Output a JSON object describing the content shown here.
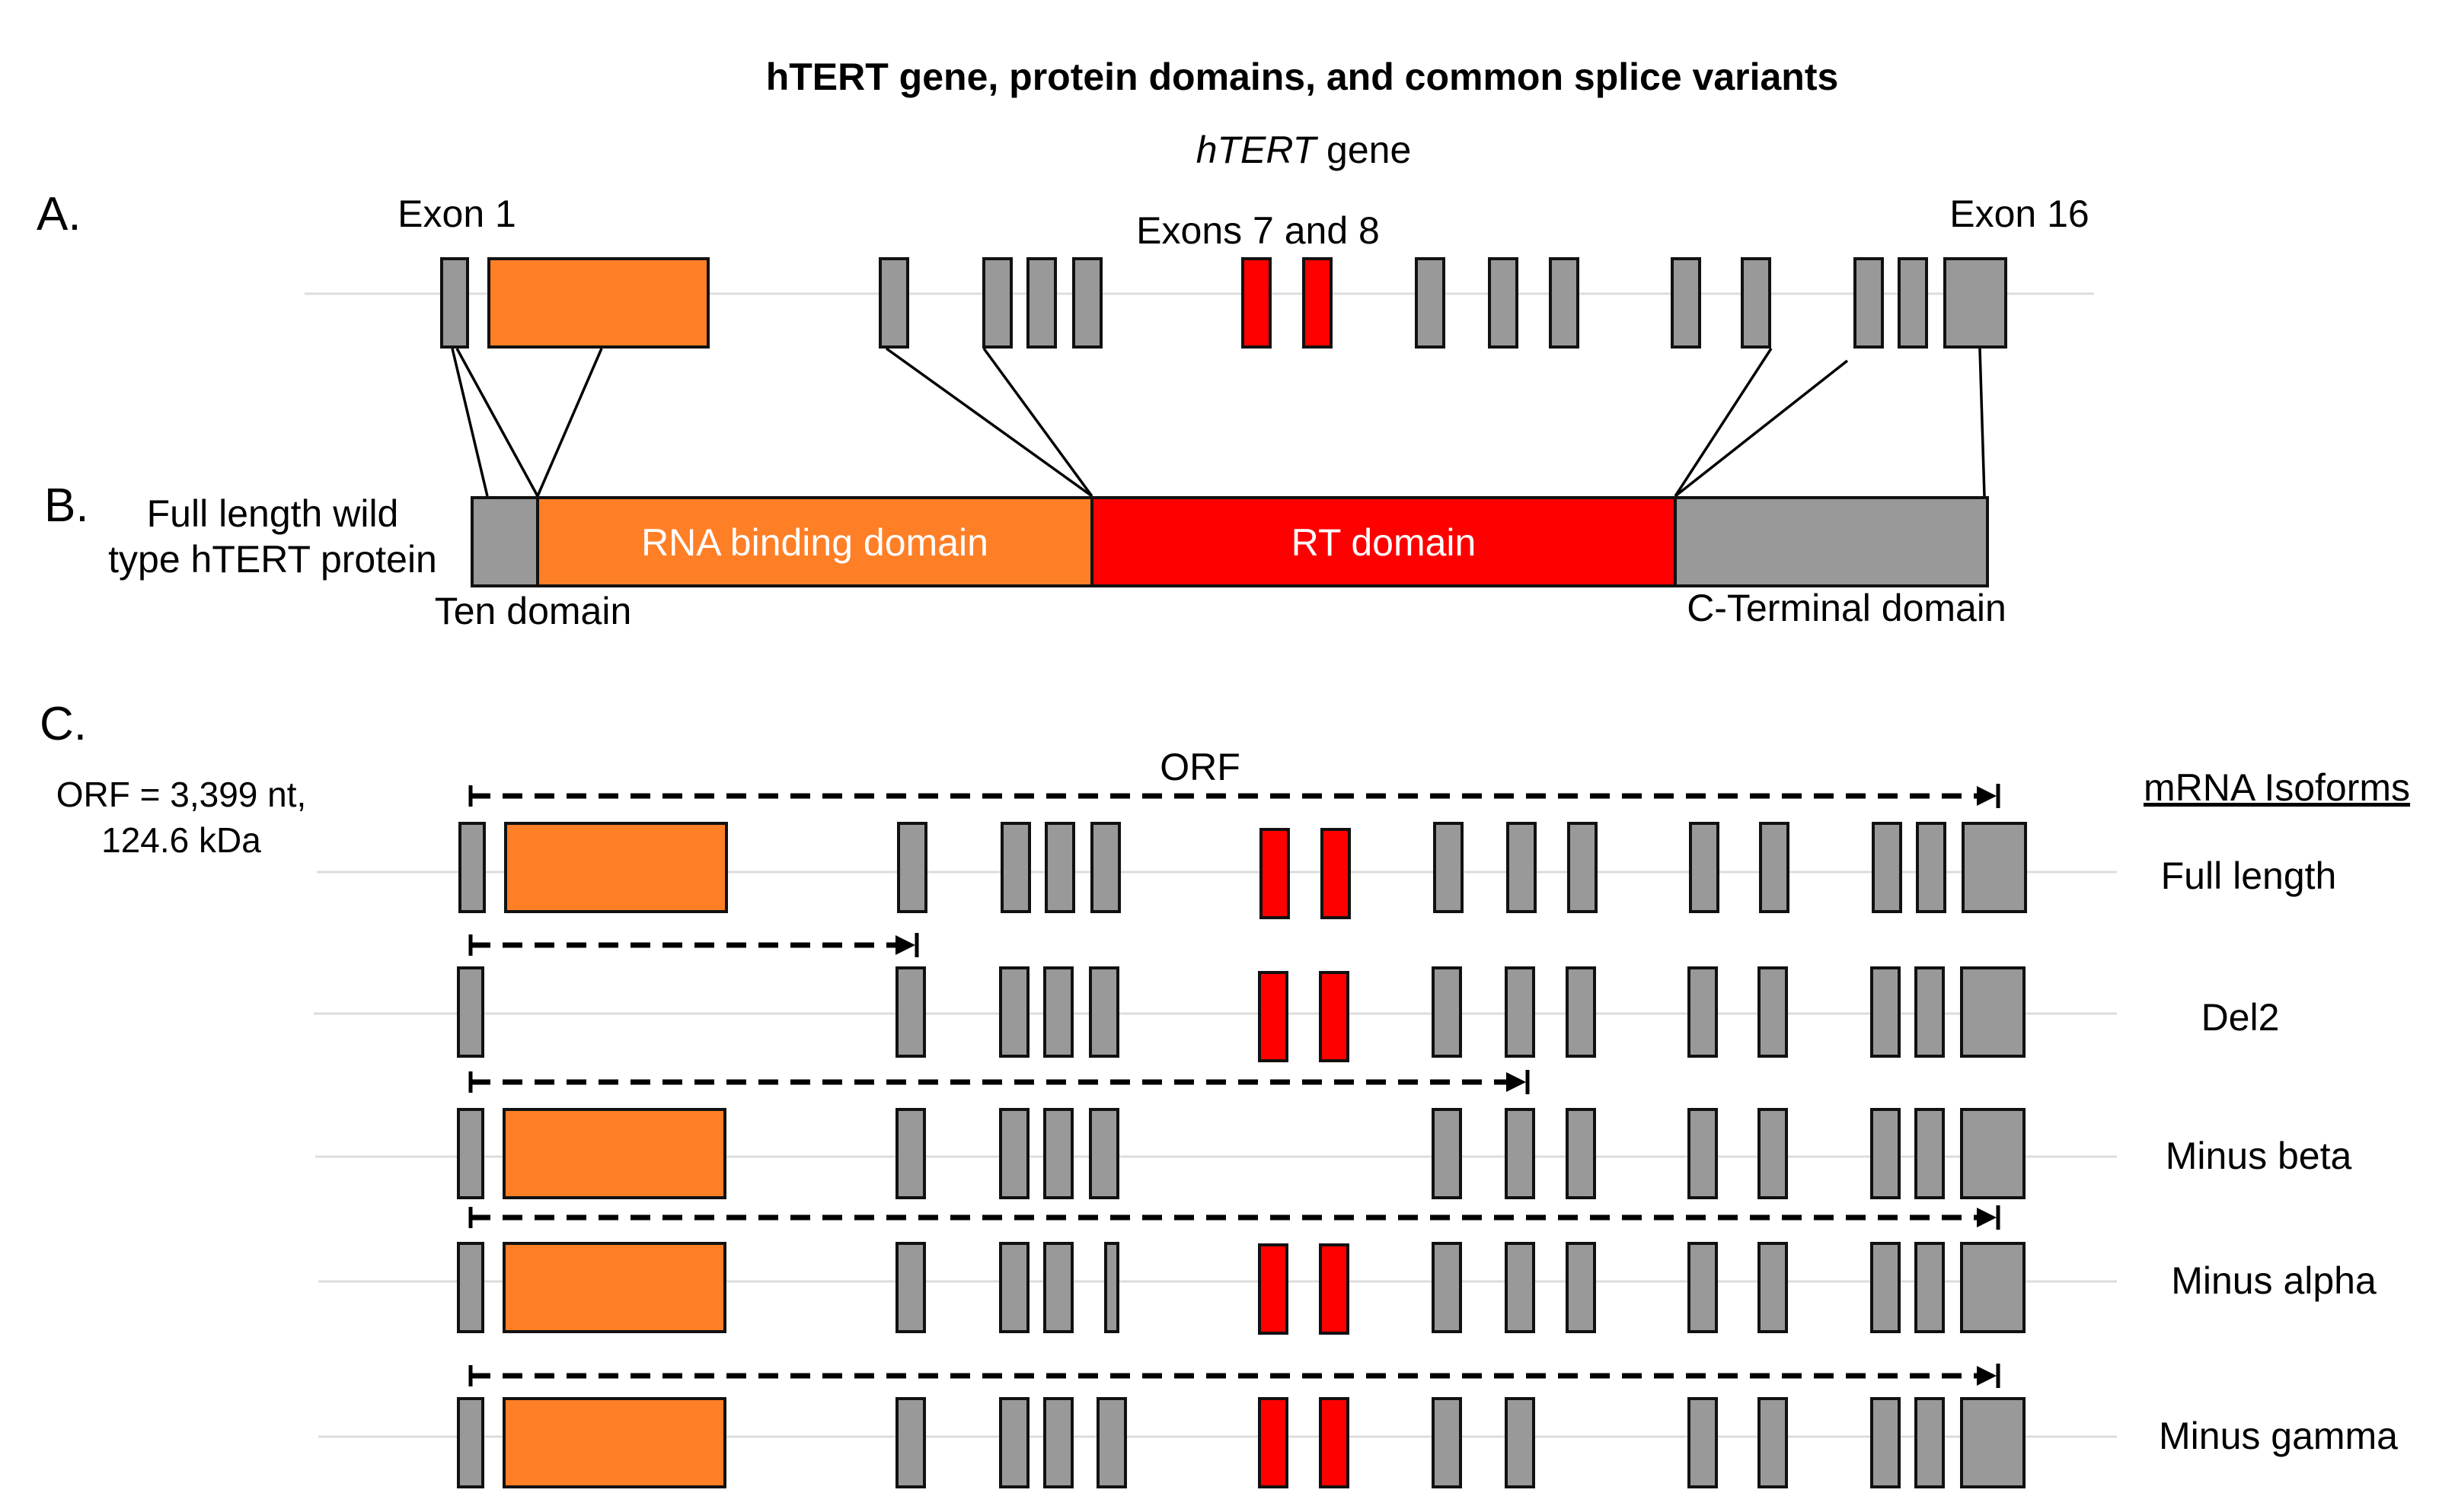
{
  "title": "hTERT gene, protein domains, and common splice variants",
  "colors": {
    "gray_exon": "#999999",
    "orange_exon": "#FF7F27",
    "red_exon": "#FF0000",
    "outline": "#111111"
  },
  "panel_a": {
    "letter": "A.",
    "gene_label_italic": "hTERT",
    "gene_label_rest": " gene",
    "exon1_label": "Exon 1",
    "exons78_label": "Exons 7 and 8",
    "exon16_label": "Exon 16"
  },
  "panel_b": {
    "letter": "B.",
    "protein_label_line1": "Full length wild",
    "protein_label_line2": "type hTERT protein",
    "ten_domain": "Ten domain",
    "rna_binding_domain": "RNA binding domain",
    "rt_domain": "RT domain",
    "c_terminal_domain": "C-Terminal domain"
  },
  "panel_c": {
    "letter": "C.",
    "orf_note_line1": "ORF = 3,399 nt,",
    "orf_note_line2": "124.6 kDa",
    "orf_label": "ORF",
    "isoforms_header": "mRNA Isoforms",
    "isoforms": [
      {
        "name": "Full length"
      },
      {
        "name": "Del2"
      },
      {
        "name": "Minus beta"
      },
      {
        "name": "Minus alpha"
      },
      {
        "name": "Minus gamma"
      }
    ]
  }
}
